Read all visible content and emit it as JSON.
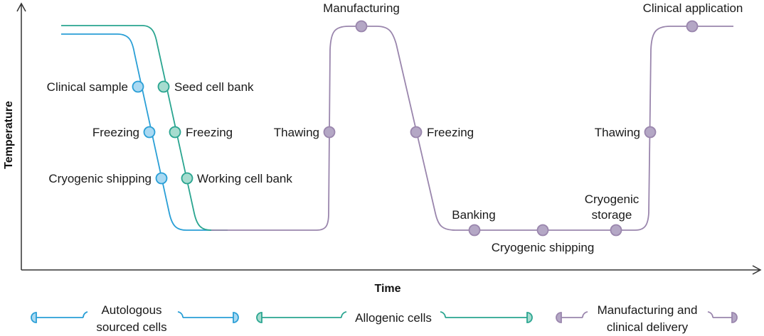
{
  "axes": {
    "y_title": "Temperature",
    "x_title": "Time"
  },
  "colors": {
    "autologous": "#2a9fd6",
    "autologous_fill": "#a9d9f2",
    "allogenic": "#2aa590",
    "allogenic_fill": "#a6dccf",
    "manufacturing": "#9a86ad",
    "manufacturing_fill": "#b4a7c5",
    "axis": "#333333"
  },
  "autologous_labels": {
    "clinical_sample": "Clinical sample",
    "freezing": "Freezing",
    "cryogenic_shipping": "Cryogenic shipping"
  },
  "allogenic_labels": {
    "seed_cell_bank": "Seed cell bank",
    "freezing": "Freezing",
    "working_cell_bank": "Working cell bank"
  },
  "manufacturing_labels": {
    "thawing_1": "Thawing",
    "manufacturing": "Manufacturing",
    "freezing": "Freezing",
    "banking": "Banking",
    "cryogenic_shipping": "Cryogenic shipping",
    "cryogenic_storage_line1": "Cryogenic",
    "cryogenic_storage_line2": "storage",
    "thawing_2": "Thawing",
    "clinical_application": "Clinical application"
  },
  "legend": {
    "autologous_line1": "Autologous",
    "autologous_line2": "sourced cells",
    "allogenic": "Allogenic cells",
    "manufacturing_line1": "Manufacturing and",
    "manufacturing_line2": "clinical delivery"
  }
}
